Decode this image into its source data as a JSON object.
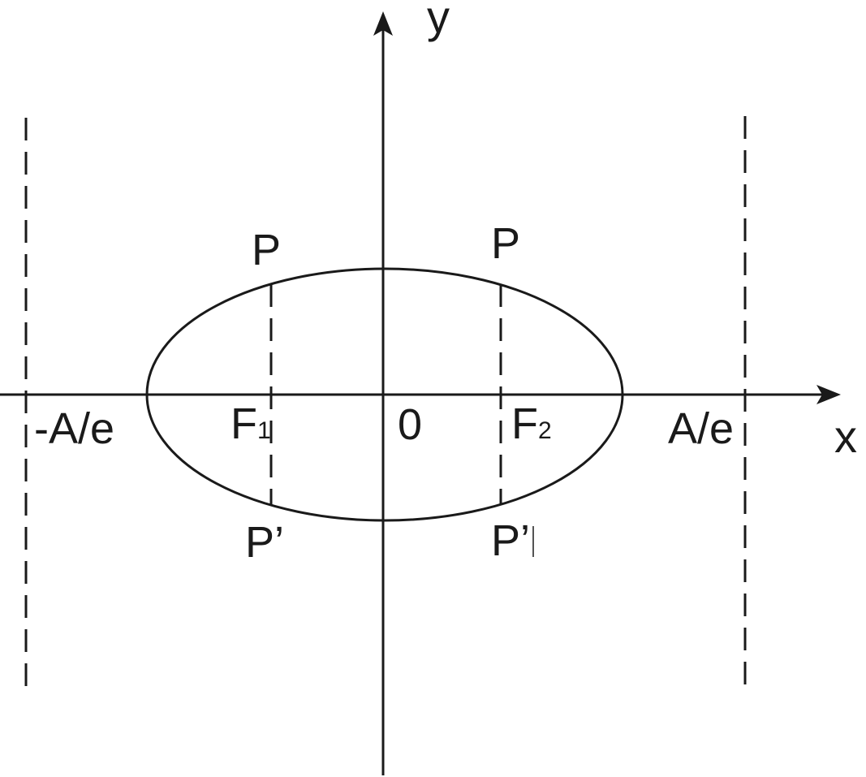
{
  "diagram": {
    "axes": {
      "x_label": "x",
      "y_label": "y",
      "origin_label": "0"
    },
    "directrices": {
      "left_label": "-A/e",
      "right_label": "A/e"
    },
    "foci": {
      "left": {
        "letter": "F",
        "subscript": "1"
      },
      "right": {
        "letter": "F",
        "subscript": "2"
      }
    },
    "points": {
      "left_top": "P",
      "right_top": "P",
      "left_bottom": "P’",
      "right_bottom": "P’"
    },
    "colors": {
      "line": "#1a1a1a",
      "background": "#ffffff"
    }
  }
}
